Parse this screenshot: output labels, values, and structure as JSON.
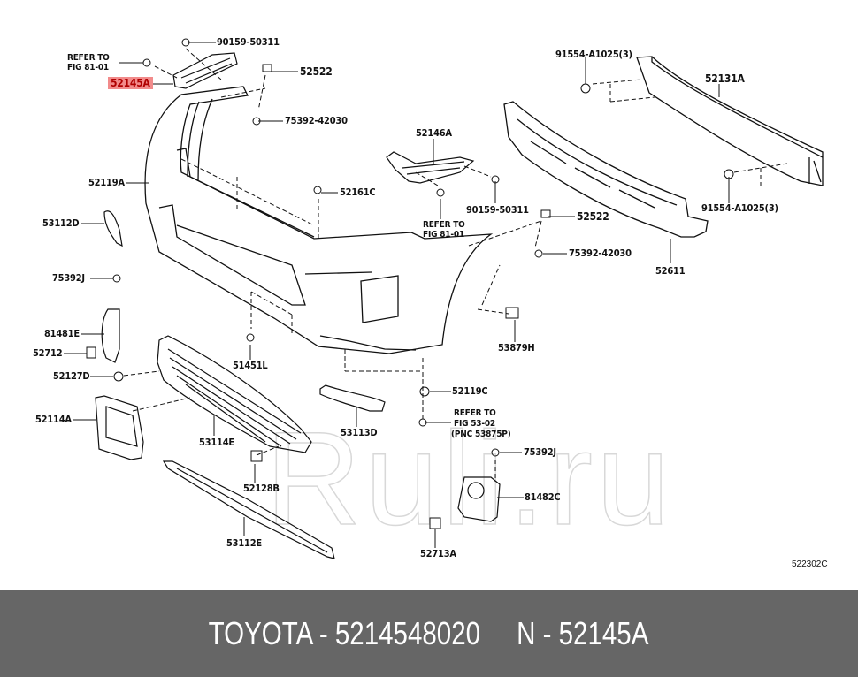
{
  "diagram": {
    "figure_number": "522302C",
    "highlighted_part": "52145A",
    "highlight_color": "#f28b8b",
    "watermark": "Ruli.ru",
    "labels": {
      "p90159_top": "90159-50311",
      "refer_top_1": "REFER TO",
      "refer_top_2": "FIG 81-01",
      "p52145A": "52145A",
      "p52522_top": "52522",
      "p75392_42030_top": "75392-42030",
      "p91554_top": "91554-A1025(3)",
      "p52131A": "52131A",
      "p52146A": "52146A",
      "p52119A": "52119A",
      "p52161C": "52161C",
      "p90159_mid": "90159-50311",
      "p91554_bottom": "91554-A1025(3)",
      "p53112D": "53112D",
      "refer_mid_1": "REFER TO",
      "refer_mid_2": "FIG 81-01",
      "p52522_mid": "52522",
      "p75392_42030_mid": "75392-42030",
      "p52611": "52611",
      "p75392J_left": "75392J",
      "p81481E": "81481E",
      "p52712": "52712",
      "p51451L": "51451L",
      "p53879H": "53879H",
      "p52127D": "52127D",
      "p52119C": "52119C",
      "p52114A": "52114A",
      "p53113D": "53113D",
      "refer_bot_1": "REFER TO",
      "refer_bot_2": "FIG 53-02",
      "refer_bot_3": "(PNC 53875P)",
      "p53114E": "53114E",
      "p75392J_right": "75392J",
      "p52128B": "52128B",
      "p81482C": "81482C",
      "p53112E": "53112E",
      "p52713A": "52713A"
    }
  },
  "footer": {
    "text": "TOYOTA - 5214548020     N - 52145A",
    "brand": "TOYOTA",
    "part_number": "5214548020",
    "pnc": "52145A",
    "background": "#666666"
  }
}
